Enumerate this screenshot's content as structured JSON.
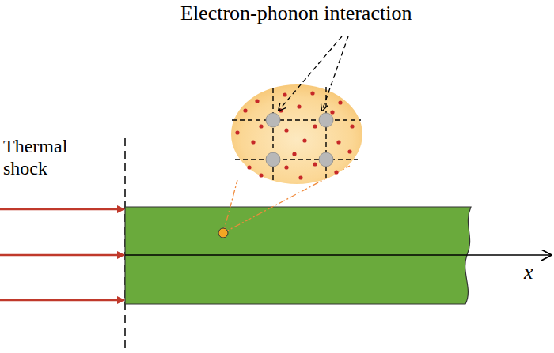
{
  "diagram": {
    "labels": [
      "Electron-phonon interaction",
      "Thermal shock",
      "x"
    ]
  }
}
